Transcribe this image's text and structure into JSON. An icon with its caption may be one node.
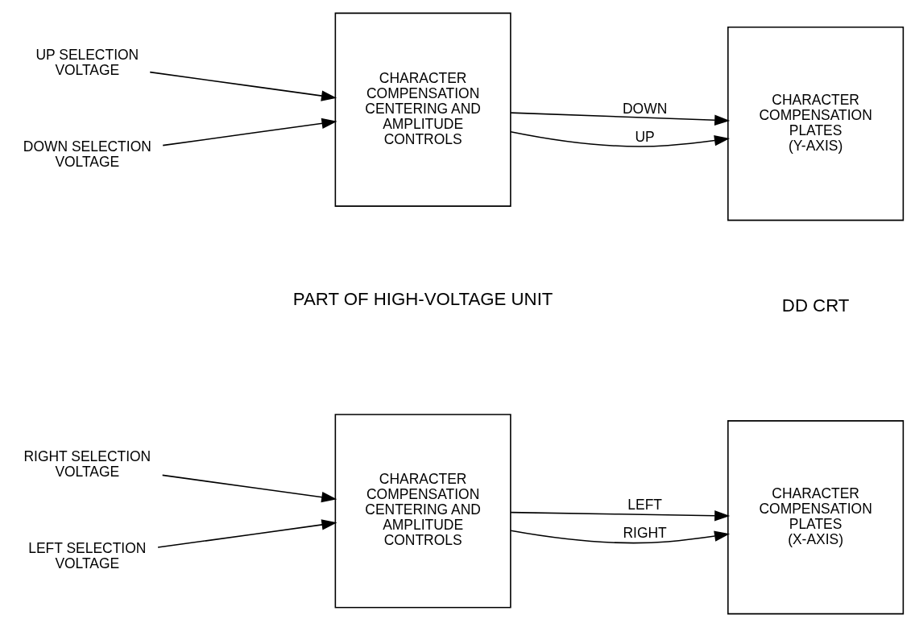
{
  "diagram": {
    "nodes": [
      {
        "text": [
          "RIGHT SELECTION VOLTAGE"
        ]
      },
      {
        "text": [
          "LEFT SELECTION VOLTAGE"
        ]
      },
      {
        "text": [
          "CHARACTER COMPENSATION CENTERING AND AMPLITUDE CONTROLS"
        ]
      },
      {
        "text": [
          "CHARACTER COMPENSATION PLATES (X-AXIS)"
        ]
      },
      {
        "text": [
          "UP SELECTION VOLTAGE"
        ]
      },
      {
        "text": [
          "DOWN SELECTION VOLTAGE"
        ]
      },
      {
        "text": [
          "CHARACTER COMPENSATION CENTERING AND AMPLITUDE CONTROLS"
        ]
      },
      {
        "text": [
          "CHARACTER COMPENSATION PLATES (Y-AXIS)"
        ]
      }
    ],
    "edges": [
      {
        "from": 0,
        "to": 2,
        "arrow": "to"
      },
      {
        "from": 1,
        "to": 2,
        "arrow": "to"
      },
      {
        "from": 2,
        "to": 3,
        "arrow": "to",
        "label": "LEFT"
      },
      {
        "from": 2,
        "to": 3,
        "arrow": "to",
        "label": "RIGHT"
      },
      {
        "from": 4,
        "to": 6,
        "arrow": "to"
      },
      {
        "from": 5,
        "to": 6,
        "arrow": "to"
      },
      {
        "from": 6,
        "to": 7,
        "arrow": "to",
        "label": "DOWN"
      },
      {
        "from": 6,
        "to": 7,
        "arrow": "to",
        "label": "UP"
      }
    ],
    "labels": [
      "PART OF HIGH-VOLTAGE UNIT",
      "DD CRT"
    ]
  }
}
